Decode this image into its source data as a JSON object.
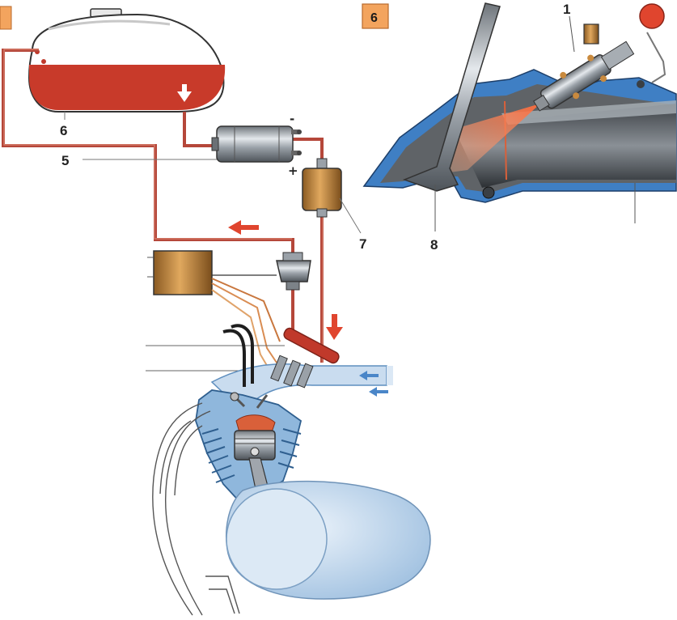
{
  "panel_a": {
    "badge": "",
    "labels": {
      "tank": "6",
      "pump": "5",
      "filter": "7"
    },
    "pump_polarity": {
      "minus": "-",
      "plus": "+"
    }
  },
  "panel_b": {
    "badge": "6",
    "labels": {
      "injector": "1",
      "valve": "8"
    }
  },
  "colors": {
    "fuel_red": "#c0392b",
    "line_red": "#b5473a",
    "badge_orange": "#f3a45e",
    "engine_blue": "#8fb7dc",
    "engine_light": "#c9dcef",
    "piston_red": "#d9603a",
    "metal_gray": "#8c9196",
    "filter_brown": "#c98a3e"
  },
  "icons": [
    "tank-icon",
    "fuel-pump-icon",
    "fuel-filter-icon",
    "pressure-regulator-icon",
    "ecu-icon",
    "injector-icon",
    "engine-cylinder-icon",
    "intake-valve-icon",
    "flow-arrow-icon"
  ]
}
